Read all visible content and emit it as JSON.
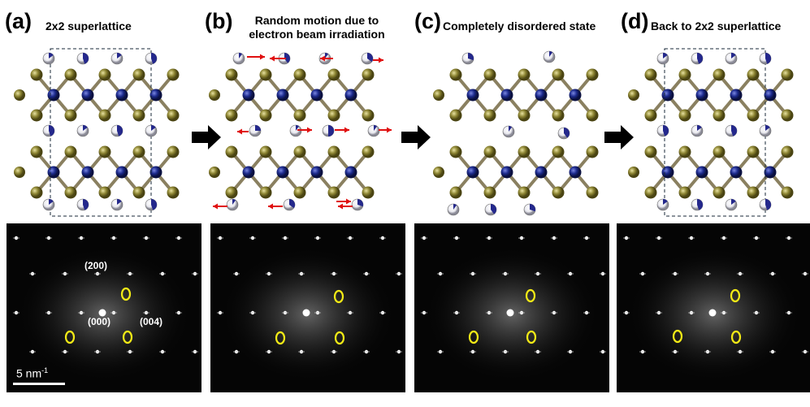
{
  "panels": [
    {
      "label": "(a)",
      "title": "2x2 superlattice"
    },
    {
      "label": "(b)",
      "title_line1": "Random motion due to",
      "title_line2": "electron beam irradiation"
    },
    {
      "label": "(c)",
      "title": "Completely disordered state"
    },
    {
      "label": "(d)",
      "title": "Back to 2x2 superlattice"
    }
  ],
  "fft_annotations": {
    "spot_200": "(200)",
    "spot_000": "(000)",
    "spot_004": "(004)",
    "scale_bar": "5 nm",
    "scale_exp": "-1"
  },
  "colors": {
    "chalcogen": "#8c8432",
    "metal": "#1c2a8c",
    "intercalant_white": "#e8e8ee",
    "intercalant_blue": "#24288c",
    "motion_arrow": "#e01010",
    "highlight_ring": "#f2ea16",
    "frame_dash": "#1a2a3a",
    "step_arrow": "#000000"
  }
}
